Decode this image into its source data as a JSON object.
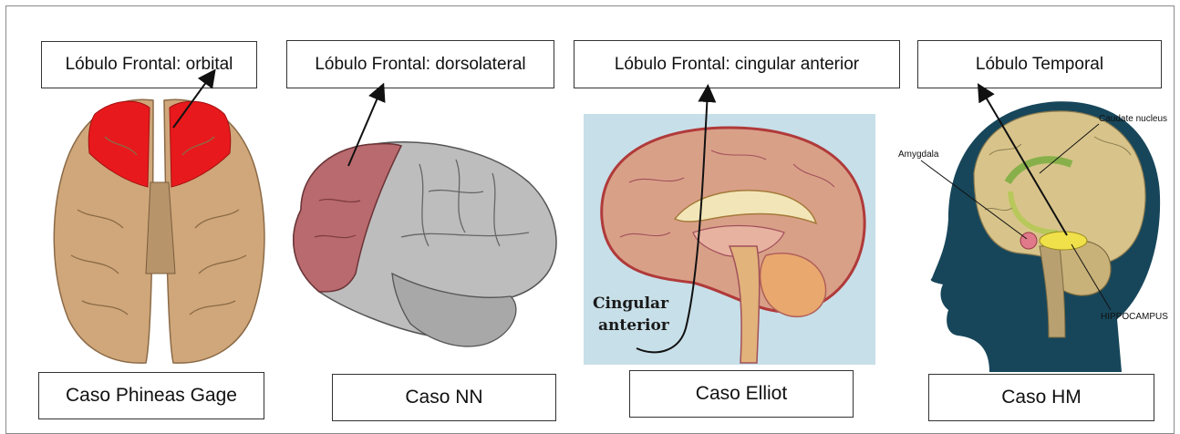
{
  "panels": [
    {
      "region_label": "Lóbulo Frontal: orbital",
      "case_label": "Caso Phineas Gage"
    },
    {
      "region_label": "Lóbulo Frontal: dorsolateral",
      "case_label": "Caso NN"
    },
    {
      "region_label": "Lóbulo Frontal: cingular anterior",
      "case_label": "Caso Elliot",
      "annotation_line1": "Cingular",
      "annotation_line2": "anterior"
    },
    {
      "region_label": "Lóbulo Temporal",
      "case_label": "Caso HM",
      "annotation_caudate": "Caudate nucleus",
      "annotation_amygdala": "Amygdala",
      "annotation_hippocampus": "HIPPOCAMPUS"
    }
  ],
  "colors": {
    "highlight_red": "#e8191c",
    "brain_tan": "#cfa77a",
    "brain_pink": "#b96a6e",
    "brain_gray": "#bdbdbd",
    "head_teal": "#17465a",
    "panel_bg_blue": "#c7dfe8"
  }
}
